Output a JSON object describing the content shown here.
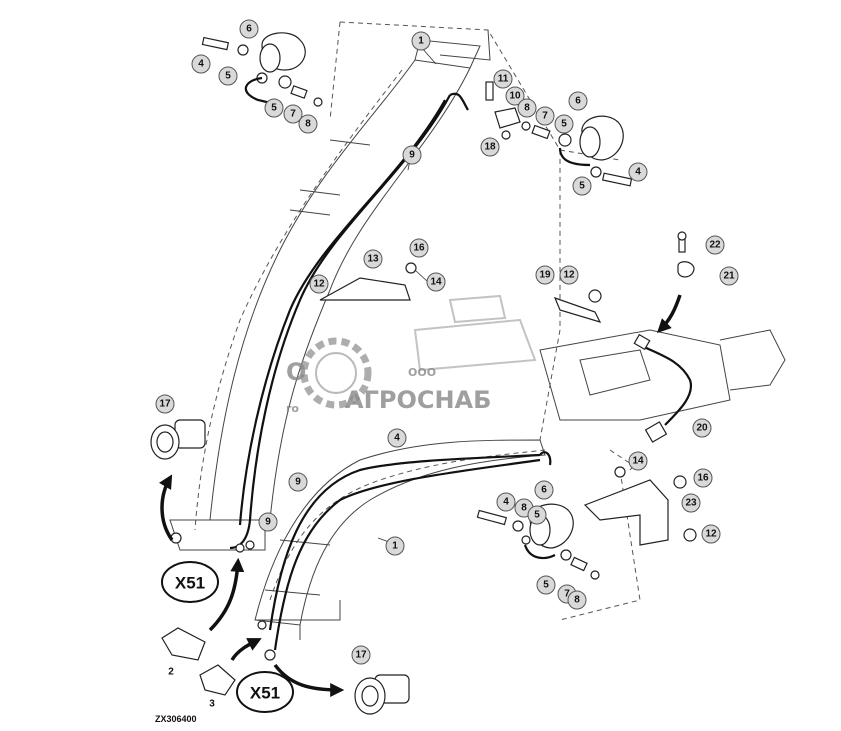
{
  "figure_ref": "ZX306400",
  "connector_label": "X51",
  "watermark": {
    "brand": "АГРОСНАБ",
    "prefix": "ООО"
  },
  "callouts": [
    "1",
    "2",
    "3",
    "4",
    "5",
    "6",
    "7",
    "8",
    "9",
    "10",
    "11",
    "12",
    "13",
    "14",
    "16",
    "17",
    "18",
    "19",
    "20",
    "21",
    "22",
    "23"
  ]
}
